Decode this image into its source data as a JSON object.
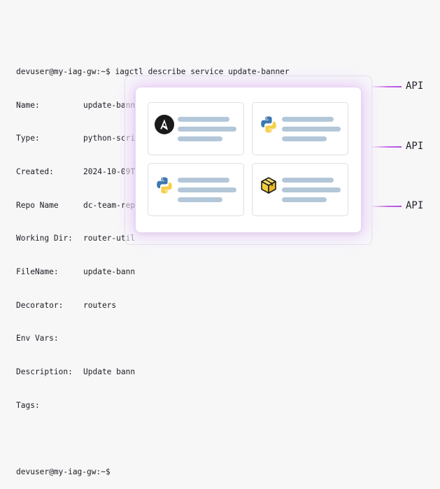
{
  "terminal": {
    "prompt": "devuser@my-iag-gw:~$ iagctl describe service update-banner",
    "fields": [
      {
        "label": "Name:",
        "value": "update-banner"
      },
      {
        "label": "Type:",
        "value": "python-script"
      },
      {
        "label": "Created:",
        "value": "2024-10-09T16:02:00Z"
      },
      {
        "label": "Repo Name",
        "value": "dc-team-rep"
      },
      {
        "label": "Working Dir:",
        "value": "router-util"
      },
      {
        "label": "FileName:",
        "value": "update-bann"
      },
      {
        "label": "Decorator:",
        "value": "routers"
      },
      {
        "label": "Env Vars:",
        "value": ""
      },
      {
        "label": "Description:",
        "value": "Update bann"
      },
      {
        "label": "Tags:",
        "value": ""
      }
    ],
    "final_prompt": "devuser@my-iag-gw:~$"
  },
  "tiles": [
    {
      "icon": "ansible-icon"
    },
    {
      "icon": "python-icon"
    },
    {
      "icon": "python-icon"
    },
    {
      "icon": "package-box-icon"
    }
  ],
  "api_labels": [
    "API",
    "API",
    "API"
  ],
  "colors": {
    "bar": "#b3c7d9",
    "glow": "#c36be6",
    "python_blue": "#3d78b0",
    "python_yellow": "#f5d04a",
    "box_yellow": "#f2cd3b"
  }
}
